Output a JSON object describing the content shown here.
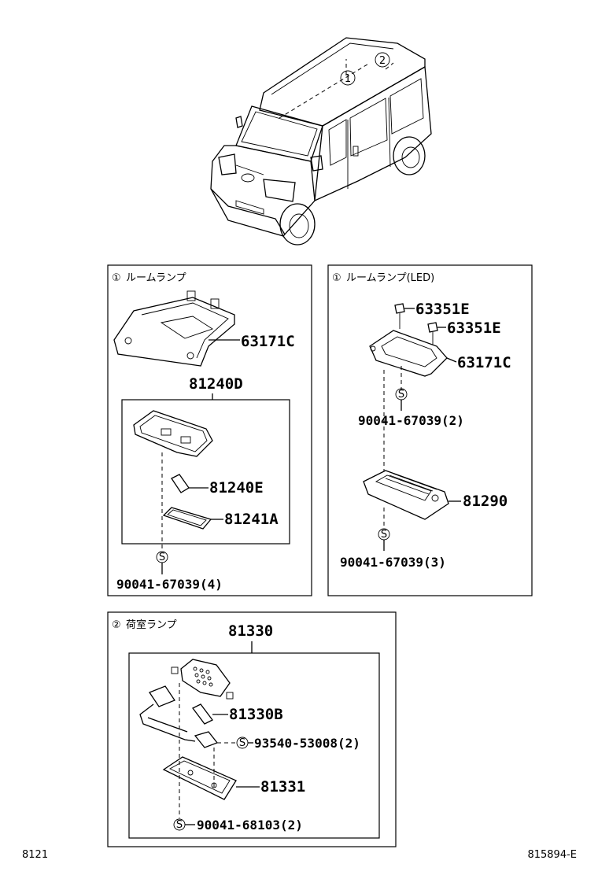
{
  "vehicle": {
    "callouts": [
      "①",
      "②"
    ]
  },
  "panel_room_lamp": {
    "marker": "①",
    "title": "ルームランプ",
    "parts": {
      "bracket": "63171C",
      "assembly": "81240D",
      "bulb": "81240E",
      "lens": "81241A",
      "screw": "90041-67039(4)"
    }
  },
  "panel_room_lamp_led": {
    "marker": "①",
    "title": "ルームランプ(LED)",
    "parts": {
      "clip_upper": "63351E",
      "clip_lower": "63351E",
      "bracket": "63171C",
      "screw_upper": "90041-67039(2)",
      "lamp": "81290",
      "screw_lower": "90041-67039(3)"
    }
  },
  "panel_cargo_lamp": {
    "marker": "②",
    "title": "荷室ランプ",
    "parts": {
      "assembly": "81330",
      "bulb": "81330B",
      "screw_side": "93540-53008(2)",
      "lens": "81331",
      "screw_bottom": "90041-68103(2)"
    }
  },
  "screw_symbol": "S",
  "footer": {
    "left_code": "8121",
    "right_code": "815894-E"
  }
}
